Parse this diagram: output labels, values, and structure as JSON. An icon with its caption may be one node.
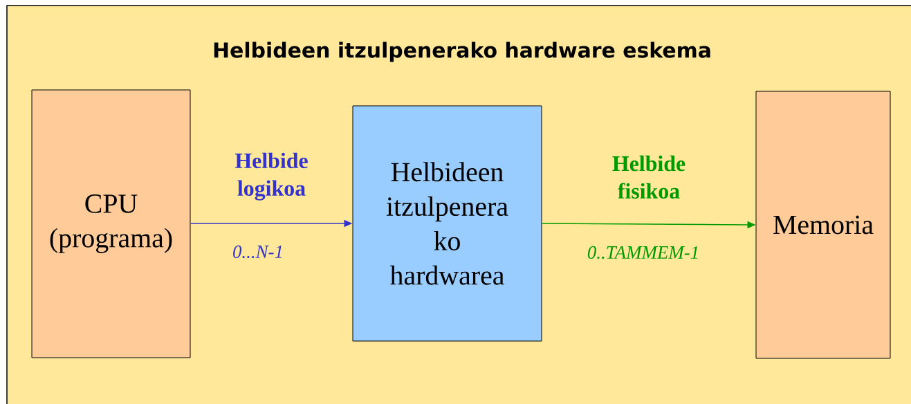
{
  "diagram": {
    "title": "Helbideen itzulpenerako hardware eskema",
    "nodes": [
      {
        "text": [
          "CPU (programa)"
        ]
      },
      {
        "text": [
          "Helbideen itzulpenera ko hardwarea"
        ]
      },
      {
        "text": [
          "Memoria"
        ]
      }
    ],
    "edges": [
      {
        "from": 0,
        "to": 1,
        "arrow": "to",
        "label": "Helbide logikoa",
        "color": "#3333cc"
      },
      {
        "from": 1,
        "to": 2,
        "arrow": "to",
        "label": "Helbide fisikoa",
        "color": "#009900"
      }
    ],
    "labels": [
      "0...N-1",
      "0..TAMMEM-1"
    ]
  }
}
